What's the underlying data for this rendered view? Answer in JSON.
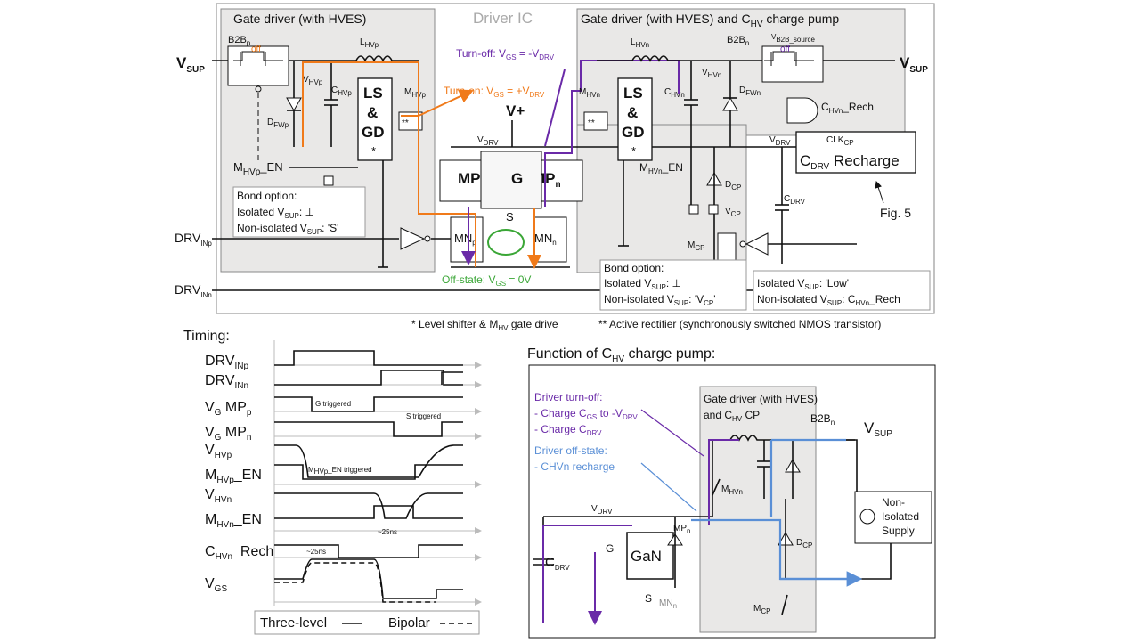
{
  "top": {
    "driver_ic": "Driver IC",
    "gd_left_title": "Gate driver (with HVES)",
    "gd_right_title_a": "Gate driver (with HVES) and C",
    "gd_right_title_sub": "HV",
    "gd_right_title_b": " charge pump",
    "vsup": "V",
    "vsup_sub": "SUP",
    "b2bp": "B2B",
    "b2bp_sub": "p",
    "b2bn": "B2B",
    "b2bn_sub": "n",
    "vb2b": "V",
    "vb2b_sub": "B2B_source",
    "off": "off",
    "lhvp": "L",
    "lhvp_sub": "HVp",
    "lhvn": "L",
    "lhvn_sub": "HVn",
    "vhvp": "V",
    "vhvp_sub": "HVp",
    "vhvn": "V",
    "vhvn_sub": "HVn",
    "chvp": "C",
    "chvp_sub": "HVp",
    "chvn": "C",
    "chvn_sub": "HVn",
    "dfwp": "D",
    "dfwp_sub": "FWp",
    "dfwn": "D",
    "dfwn_sub": "FWn",
    "mhvp": "M",
    "mhvp_sub": "HVp",
    "mhvn": "M",
    "mhvn_sub": "HVn",
    "ls": "LS",
    "amp": "&",
    "gd": "GD",
    "star": "*",
    "dstar": "**",
    "mhvp_en": "M",
    "mhvp_en_sub": "HVp",
    "mhvp_en_tail": "_EN",
    "mhvn_en": "M",
    "mhvn_en_sub": "HVn",
    "mhvn_en_tail": "_EN",
    "bond_left": [
      "Bond option:",
      "Isolated V",
      "SUP",
      ": ⊥",
      "Non-isolated V",
      "SUP",
      ": 'S'"
    ],
    "bond_mid": [
      "Bond option:",
      "Isolated V",
      "SUP",
      ": ⊥",
      "Non-isolated V",
      "SUP",
      ": 'V",
      "CP",
      "'"
    ],
    "bond_right": [
      "Isolated V",
      "SUP",
      ": 'Low'",
      "Non-isolated V",
      "SUP",
      ": C",
      "HVn",
      "_Rech"
    ],
    "turn_off": "Turn-off: V",
    "turn_off_sub": "GS",
    "turn_off_b": " = -V",
    "turn_off_sub2": "DRV",
    "turn_on": "Turn-on: V",
    "turn_on_sub": "GS",
    "turn_on_b": " = +V",
    "turn_on_sub2": "DRV",
    "off_state": "Off-state: V",
    "off_state_sub": "GS",
    "off_state_b": " = 0V",
    "vplus": "V+",
    "vdrv": "V",
    "vdrv_sub": "DRV",
    "mpp": "MP",
    "mpp_sub": "p",
    "mpn": "MP",
    "mpn_sub": "n",
    "mnp": "MN",
    "mnp_sub": "p",
    "mnn": "MN",
    "mnn_sub": "n",
    "g": "G",
    "s": "S",
    "dcp": "D",
    "dcp_sub": "CP",
    "vcp": "V",
    "vcp_sub": "CP",
    "mcp": "M",
    "mcp_sub": "CP",
    "cdrv": "C",
    "cdrv_sub": "DRV",
    "chvn_rech": "C",
    "chvn_rech_sub": "HVn",
    "chvn_rech_tail": "_Rech",
    "clkcp": "CLK",
    "clkcp_sub": "CP",
    "cdrv_recharge": "C",
    "cdrv_recharge_sub": "DRV",
    "cdrv_recharge_tail": " Recharge",
    "fig5": "Fig. 5",
    "drvinp": "DRV",
    "drvinp_sub": "INp",
    "drvinn": "DRV",
    "drvinn_sub": "INn",
    "footnote1a": "* Level shifter & M",
    "footnote1_sub": "HV",
    "footnote1b": " gate drive",
    "footnote2": "** Active rectifier (synchronously switched NMOS transistor)"
  },
  "timing": {
    "title": "Timing:",
    "rows": [
      {
        "a": "DRV",
        "sub": "INp",
        "b": ""
      },
      {
        "a": "DRV",
        "sub": "INn",
        "b": ""
      },
      {
        "a": "V",
        "sub": "G",
        "b": " MP",
        "sub2": "p"
      },
      {
        "a": "V",
        "sub": "G",
        "b": " MP",
        "sub2": "n"
      },
      {
        "a": "V",
        "sub": "HVp",
        "b": ""
      },
      {
        "a": "M",
        "sub": "HVp",
        "b": "_EN"
      },
      {
        "a": "V",
        "sub": "HVn",
        "b": ""
      },
      {
        "a": "M",
        "sub": "HVn",
        "b": "_EN"
      },
      {
        "a": "C",
        "sub": "HVn",
        "b": "_Rech"
      },
      {
        "a": "V",
        "sub": "GS",
        "b": ""
      }
    ],
    "g_triggered": "G triggered",
    "s_triggered": "S triggered",
    "mhvp_en_triggered": "M",
    "mhvp_en_triggered_sub": "HVp",
    "mhvp_en_triggered_tail": "_EN triggered",
    "t25a": "~25ns",
    "t25b": "~25ns",
    "legend_three": "Three-level",
    "legend_bipolar": "Bipolar"
  },
  "cp": {
    "title_a": "Function of C",
    "title_sub": "HV",
    "title_b": " charge pump:",
    "gd_a": "Gate driver (with HVES)",
    "gd_b": "and C",
    "gd_b_sub": "HV",
    "gd_b_tail": " CP",
    "b2bn": "B2B",
    "b2bn_sub": "n",
    "vsup": "V",
    "vsup_sub": "SUP",
    "turnoff_title": "Driver turn-off:",
    "turnoff_1a": "- Charge C",
    "turnoff_1_sub": "GS",
    "turnoff_1b": " to -V",
    "turnoff_1_sub2": "DRV",
    "turnoff_2a": "- Charge C",
    "turnoff_2_sub": "DRV",
    "offstate_title": "Driver off-state:",
    "offstate_1": "- CHVn recharge",
    "vdrv": "V",
    "vdrv_sub": "DRV",
    "cdrv": "C",
    "cdrv_sub": "DRV",
    "mpn": "MP",
    "mpn_sub": "n",
    "mhvn": "M",
    "mhvn_sub": "HVn",
    "g": "G",
    "gan": "GaN",
    "s": "S",
    "mnn": "MN",
    "mnn_sub": "n",
    "dcp": "D",
    "dcp_sub": "CP",
    "mcp": "M",
    "mcp_sub": "CP",
    "supply": [
      "Non-",
      "Isolated",
      "Supply"
    ]
  },
  "colors": {
    "orange": "#f07a1a",
    "purple": "#6a2aa8",
    "green": "#3aa636",
    "blue": "#5a8fd6",
    "box_fill": "#e9e8e7"
  }
}
